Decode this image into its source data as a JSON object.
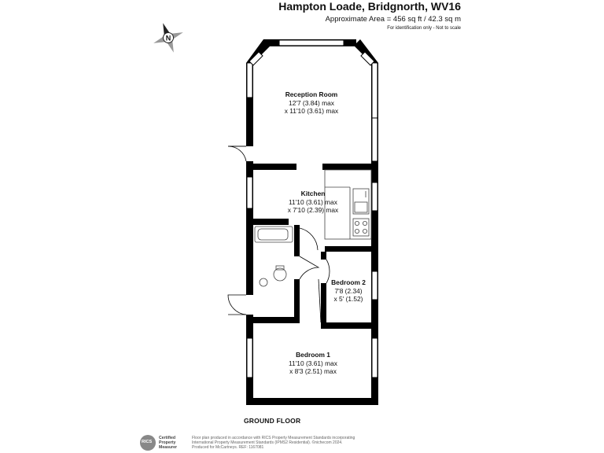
{
  "header": {
    "title": "Hampton Loade, Bridgnorth, WV16",
    "area": "Approximate Area = 456 sq ft / 42.3 sq m",
    "note": "For identification only - Not to scale"
  },
  "compass": {
    "letter": "N"
  },
  "rooms": {
    "reception": {
      "name": "Reception Room",
      "dim1": "12'7 (3.84) max",
      "dim2": "x 11'10 (3.61) max"
    },
    "kitchen": {
      "name": "Kitchen",
      "dim1": "11'10 (3.61) max",
      "dim2": "x 7'10 (2.39) max"
    },
    "bedroom2": {
      "name": "Bedroom 2",
      "dim1": "7'8 (2.34)",
      "dim2": "x 5' (1.52)"
    },
    "bedroom1": {
      "name": "Bedroom 1",
      "dim1": "11'10 (3.61) max",
      "dim2": "x 8'3 (2.51) max"
    }
  },
  "floor_label": "GROUND FLOOR",
  "rics": {
    "logo": "RICS",
    "line1": "Certified",
    "line2": "Property",
    "line3": "Measurer"
  },
  "footnote": {
    "line1": "Floor plan produced in accordance with RICS Property Measurement Standards incorporating",
    "line2": "International Property Measurement Standards (IPMS2 Residential). ©nichecom 2024.",
    "line3": "Produced for McCartneys.  REF: 1167081"
  },
  "colors": {
    "wall": "#000000",
    "window": "#ffffff",
    "fixture": "#444444"
  }
}
